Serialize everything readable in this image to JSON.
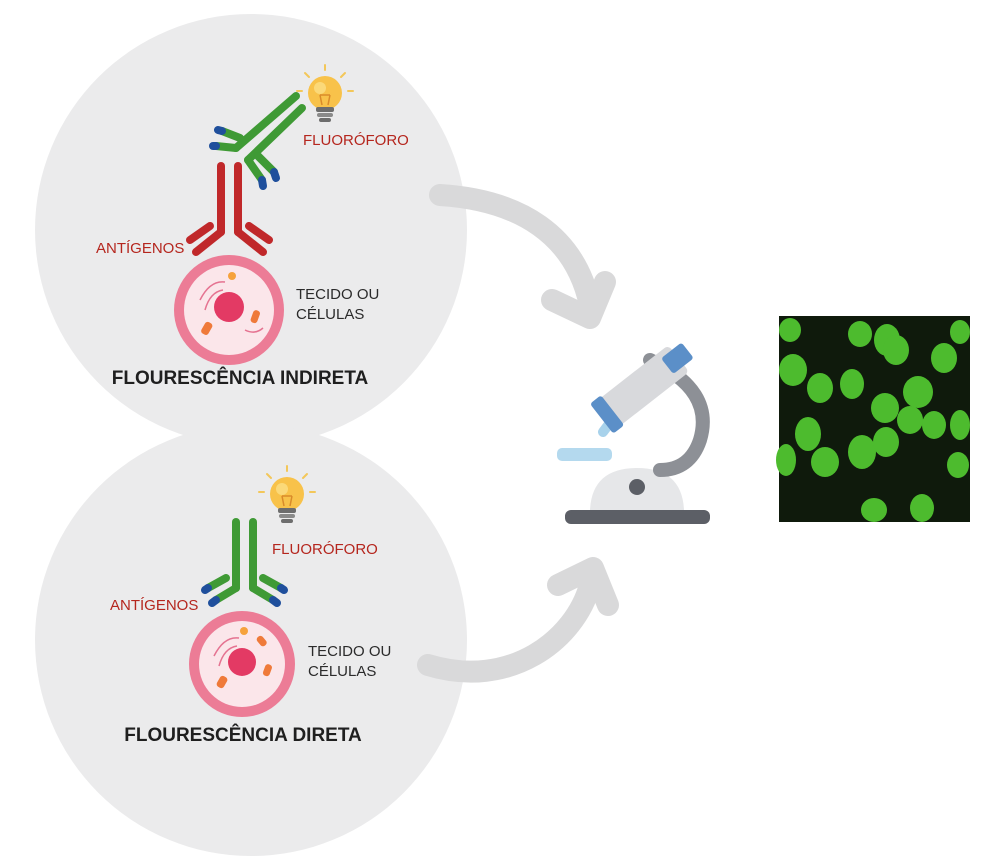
{
  "panels": {
    "indirect": {
      "title": "FLOURESCÊNCIA INDIRETA",
      "fluorophore_label": "FLUORÓFORO",
      "antigen_label": "ANTÍGENOS",
      "cell_label_line1": "TECIDO OU",
      "cell_label_line2": "CÉLULAS"
    },
    "direct": {
      "title": "FLOURESCÊNCIA DIRETA",
      "fluorophore_label": "FLUORÓFORO",
      "antigen_label": "ANTÍGENOS",
      "cell_label_line1": "TECIDO OU",
      "cell_label_line2": "CÉLULAS"
    }
  },
  "icons": {
    "microscope": "microscope-icon",
    "bulb": "light-bulb-icon",
    "cell": "cell-icon",
    "antibody": "antibody-icon",
    "result_image": "fluorescent-cells-image"
  },
  "colors": {
    "panel_bg": "#ebebec",
    "antibody_red": "#c0282a",
    "antibody_green": "#3f9a35",
    "antibody_tip_blue": "#1f4f9c",
    "label_red": "#b5261e",
    "cell_pink": "#e9738f",
    "cell_nucleus": "#e33a64",
    "arrow_gray": "#d9d9da",
    "bulb_yellow": "#f8c24a",
    "fluorescence_green": "#4dbb2e"
  }
}
